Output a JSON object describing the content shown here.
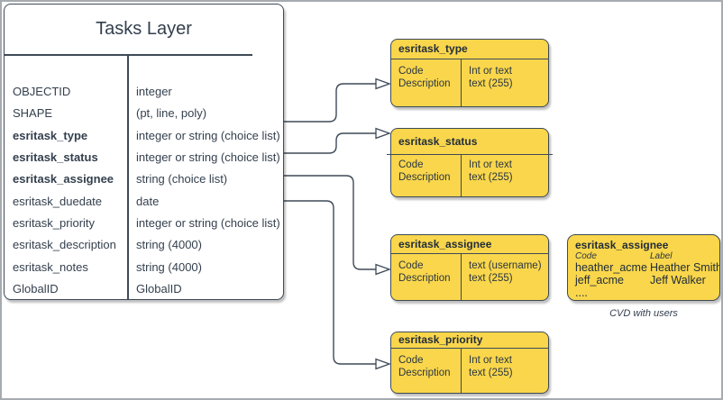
{
  "diagram": {
    "main_table": {
      "title": "Tasks Layer",
      "rows": [
        {
          "name": "OBJECTID",
          "type": "integer"
        },
        {
          "name": "SHAPE",
          "type": "(pt, line, poly)"
        },
        {
          "name": "esritask_type",
          "type": "integer or string (choice list)"
        },
        {
          "name": "esritask_status",
          "type": "integer or string (choice list)"
        },
        {
          "name": "esritask_assignee",
          "type": "string (choice list)"
        },
        {
          "name": "esritask_duedate",
          "type": "date"
        },
        {
          "name": "esritask_priority",
          "type": "integer or string (choice list)"
        },
        {
          "name": "esritask_description",
          "type": "string (4000)"
        },
        {
          "name": "esritask_notes",
          "type": "string (4000)"
        },
        {
          "name": "GlobalID",
          "type": "GlobalID"
        }
      ]
    },
    "domain_tables": [
      {
        "title": "esritask_type",
        "col1": [
          "Code",
          "Description"
        ],
        "col2": [
          "Int or text",
          "text (255)"
        ]
      },
      {
        "title": "esritask_status",
        "col1": [
          "Code",
          "Description"
        ],
        "col2": [
          "Int or text",
          "text (255)"
        ]
      },
      {
        "title": "esritask_assignee",
        "col1": [
          "Code",
          "Description"
        ],
        "col2": [
          "text (username)",
          "text (255)"
        ]
      },
      {
        "title": "esritask_priority",
        "col1": [
          "Code",
          "Description"
        ],
        "col2": [
          "Int or text",
          "text (255)"
        ]
      }
    ],
    "cvd_table": {
      "title": "esritask_assignee",
      "col_headers": {
        "code": "Code",
        "label": "Label"
      },
      "rows": [
        {
          "code": "heather_acme",
          "label": "Heather Smith"
        },
        {
          "code": "jeff_acme",
          "label": "Jeff Walker"
        },
        {
          "code": "....",
          "label": ""
        }
      ],
      "caption": "CVD with users"
    },
    "colors": {
      "box_fill_yellow": "#F9D64B",
      "stroke": "#3E4A57",
      "text": "#333F4D",
      "frame": "#A6ABB0",
      "background": "#FFFFFF"
    }
  }
}
